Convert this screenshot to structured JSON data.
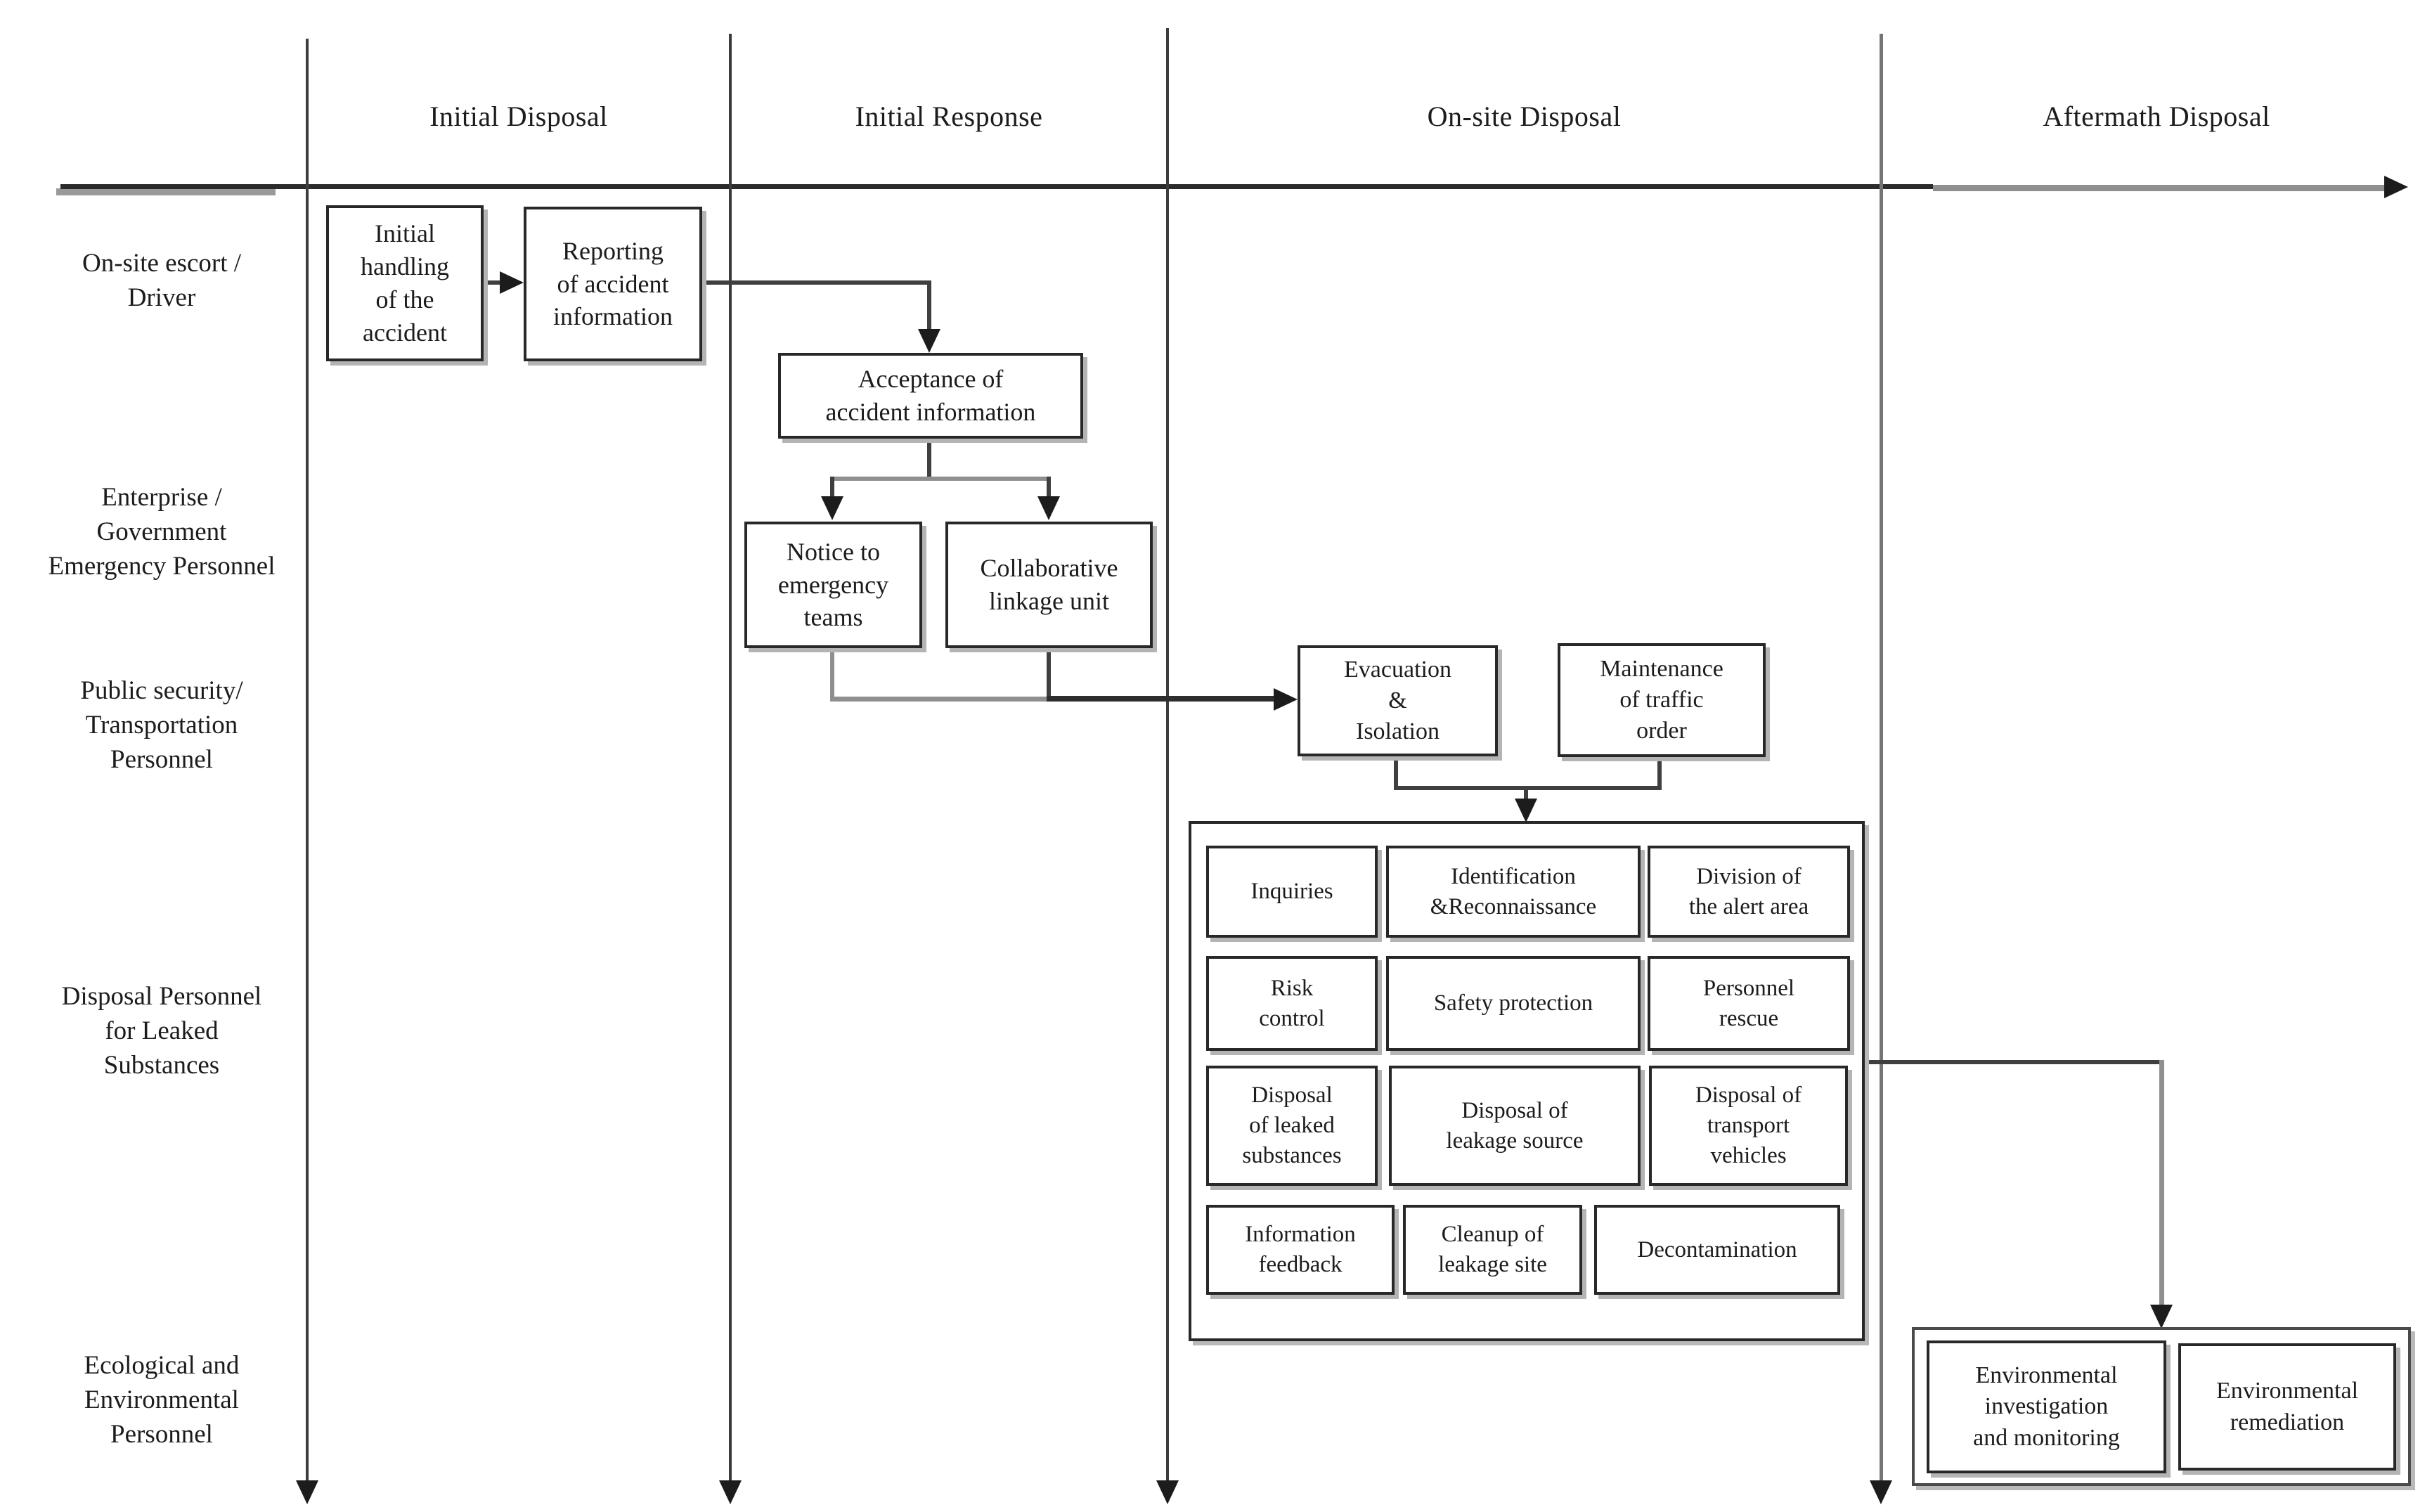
{
  "diagram": {
    "title_hint": "Hazardous accident emergency disposal swimlane flowchart",
    "phases": [
      {
        "label": "Initial Disposal"
      },
      {
        "label": "Initial Response"
      },
      {
        "label": "On-site Disposal"
      },
      {
        "label": "Aftermath Disposal"
      }
    ],
    "lanes": [
      {
        "label": "On-site escort /\nDriver"
      },
      {
        "label": "Enterprise /\nGovernment\nEmergency Personnel"
      },
      {
        "label": "Public security/\nTransportation\nPersonnel"
      },
      {
        "label": "Disposal Personnel\nfor Leaked\nSubstances"
      },
      {
        "label": "Ecological and\nEnvironmental\nPersonnel"
      }
    ],
    "nodes": {
      "initial_handling": {
        "label": "Initial\nhandling\nof the\naccident"
      },
      "reporting": {
        "label": "Reporting\nof accident\ninformation"
      },
      "acceptance": {
        "label": "Acceptance of\naccident information"
      },
      "notice": {
        "label": "Notice to\nemergency\nteams"
      },
      "collaborative": {
        "label": "Collaborative\nlinkage unit"
      },
      "evacuation": {
        "label": "Evacuation\n&\nIsolation"
      },
      "maintenance": {
        "label": "Maintenance\nof traffic\norder"
      },
      "env_investigation": {
        "label": "Environmental\ninvestigation\nand monitoring"
      },
      "env_remediation": {
        "label": "Environmental\nremediation"
      }
    },
    "onsite_tasks": [
      "Inquiries",
      "Identification\n&Reconnaissance",
      "Division of\nthe alert area",
      "Risk\ncontrol",
      "Safety protection",
      "Personnel\nrescue",
      "Disposal\nof leaked\nsubstances",
      "Disposal of\nleakage source",
      "Disposal of\ntransport\nvehicles",
      "Information\nfeedback",
      "Cleanup of\nleakage site",
      "Decontamination"
    ],
    "colors": {
      "line_dark": "#3f3f3f",
      "line_gray": "#8f8f8f",
      "border": "#282828",
      "text": "#1c1c1c",
      "background": "#ffffff"
    }
  }
}
